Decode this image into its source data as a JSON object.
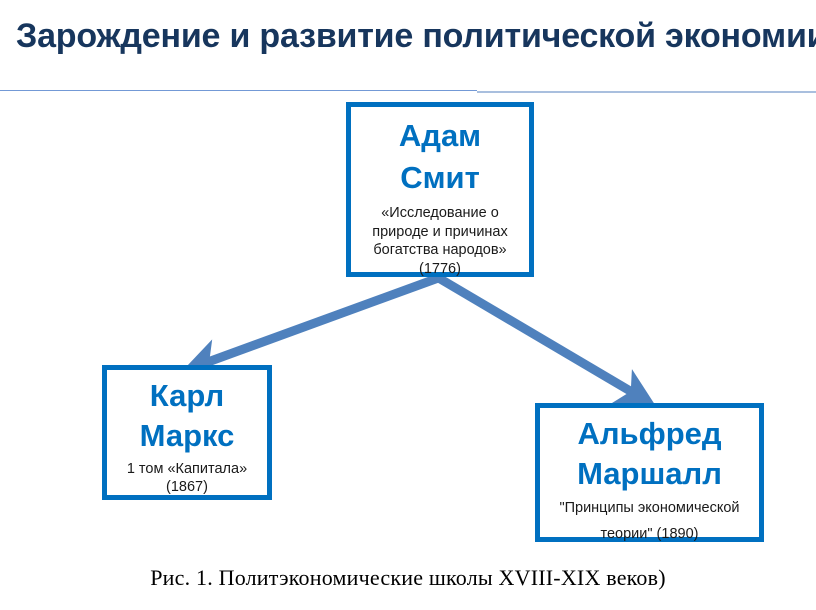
{
  "slide": {
    "title": "Зарождение и развитие политической экономии",
    "caption": "Рис. 1. Политэкономические школы XVIII-XIX веков)"
  },
  "colors": {
    "title_navy": "#17365D",
    "box_blue": "#0070C0",
    "arrow_blue": "#4F81BD",
    "rule_left": "#7399D6",
    "rule_right": "#A9BFDE",
    "body_text": "#1A1A1A"
  },
  "diagram": {
    "type": "hierarchy",
    "nodes": [
      {
        "id": "smith",
        "name": "Адам\nСмит",
        "work": "«Исследование о\nприроде и причинах\nбогатства народов»\n(1776)",
        "year": "1776"
      },
      {
        "id": "marx",
        "name": "Карл\nМаркс",
        "work": "1 том «Капитала»\n(1867)",
        "year": "1867"
      },
      {
        "id": "marshall",
        "name": "Альфред\nМаршалл",
        "work": "\"Принципы экономической\nтеории\" (1890)",
        "year": "1890"
      }
    ],
    "edges": [
      {
        "from": "smith",
        "to": "marx"
      },
      {
        "from": "smith",
        "to": "marshall"
      }
    ]
  }
}
